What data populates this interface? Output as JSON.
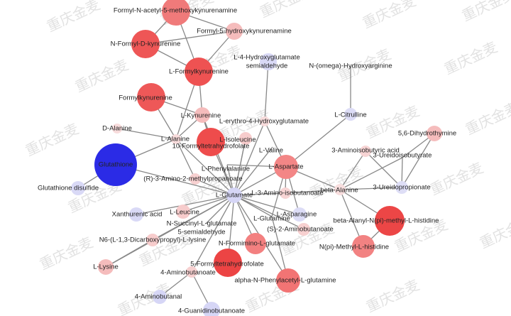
{
  "watermark": "重庆金麦",
  "colors": {
    "edge": "#888888"
  },
  "nodes": [
    {
      "id": "fnak",
      "label": "Formyl-N-acetyl-5-methoxykynurenamine",
      "color": "#f07a7a"
    },
    {
      "id": "f5h",
      "label": "Formyl-5-hydroxykynurenamine",
      "color": "#f5bcbc"
    },
    {
      "id": "nfdk",
      "label": "N-Formyl-D-kynurenine",
      "color": "#ee5656"
    },
    {
      "id": "lfk",
      "label": "L-Formylkynurenine",
      "color": "#ee5252"
    },
    {
      "id": "fk",
      "label": "Formylkynurenine",
      "color": "#ee5858"
    },
    {
      "id": "lkyn",
      "label": "L-Kynurenine",
      "color": "#f5bcbc"
    },
    {
      "id": "dala",
      "label": "D-Alanine",
      "color": "#f8dcdc"
    },
    {
      "id": "lala",
      "label": "L-Alanine",
      "color": "#f8dcdc"
    },
    {
      "id": "f10",
      "label": "10-Formyltetrahydrofolate",
      "color": "#ee4c4c"
    },
    {
      "id": "lile",
      "label": "L-Isoleucine",
      "color": "#f7cccc"
    },
    {
      "id": "lval",
      "label": "L-Valine",
      "color": "#f8dede"
    },
    {
      "id": "lery",
      "label": "L-erythro-4-Hydroxyglutamate",
      "color": "#f8dcdc"
    },
    {
      "id": "l4h",
      "label": "L-4-Hydroxyglutamate",
      "label2": "semialdehyde",
      "color": "#d9d9f6"
    },
    {
      "id": "nomega",
      "label": "N-(omega)-Hydroxyarginine",
      "color": "#ffffff"
    },
    {
      "id": "lcit",
      "label": "L-Citrulline",
      "color": "#dcdcf6"
    },
    {
      "id": "glu",
      "label": "Glutathione",
      "color": "#2b2be6"
    },
    {
      "id": "glud",
      "label": "Glutathione disulfide",
      "color": "#d9d9f6"
    },
    {
      "id": "lphe",
      "label": "L-Phenylalanine",
      "color": "#f8e4e4"
    },
    {
      "id": "r3a",
      "label": "(R)-3-Amino-2-methylpropanoate",
      "color": "#f7d0d0"
    },
    {
      "id": "lasp",
      "label": "L-Aspartate",
      "color": "#f38686"
    },
    {
      "id": "lglu",
      "label": "L-Glutamate",
      "color": "#d6d6f6"
    },
    {
      "id": "l3a",
      "label": "L-3-Amino-isobutanoate",
      "color": "#f7d4d4"
    },
    {
      "id": "bala",
      "label": "beta-Alanine",
      "color": "#f8dede"
    },
    {
      "id": "3aib",
      "label": "3-Aminoisobutyric acid",
      "color": "#f7d4d4"
    },
    {
      "id": "3uib",
      "label": "3-Ureidoisobutyrate",
      "color": "#ffffff"
    },
    {
      "id": "3uprop",
      "label": "3-Ureidopropionate",
      "color": "#dedef6"
    },
    {
      "id": "dht",
      "label": "5,6-Dihydrothymine",
      "color": "#f5bcbc"
    },
    {
      "id": "banh",
      "label": "beta-Alanyl-N(pi)-methyl-L-histidine",
      "color": "#ec4646"
    },
    {
      "id": "npmh",
      "label": "N(pi)-Methyl-L-histidine",
      "color": "#f28282"
    },
    {
      "id": "lasn",
      "label": "L-Asparagine",
      "color": "#dcdcf6"
    },
    {
      "id": "s2a",
      "label": "(S)-2-Aminobutanoate",
      "color": "#f7d0d0"
    },
    {
      "id": "lgln",
      "label": "L-Glutamine",
      "color": "#ffffff"
    },
    {
      "id": "xan",
      "label": "Xanthurenic acid",
      "color": "#d9d9f6"
    },
    {
      "id": "lleu",
      "label": "L-Leucine",
      "color": "#f7cccc"
    },
    {
      "id": "nsg",
      "label": "N-Succinyl-L-glutamate",
      "label2": "5-semialdehyde",
      "color": "#ffffff"
    },
    {
      "id": "n6",
      "label": "N6-(L-1,3-Dicarboxypropyl)-L-lysine",
      "color": "#f7cccc"
    },
    {
      "id": "nfg",
      "label": "N-Formimino-L-glutamate",
      "color": "#f38080"
    },
    {
      "id": "llys",
      "label": "L-Lysine",
      "color": "#f5bcbc"
    },
    {
      "id": "f5",
      "label": "5-Formyltetrahydrofolate",
      "color": "#ec4444"
    },
    {
      "id": "4ab",
      "label": "4-Aminobutanoate",
      "color": "#f7d0d0"
    },
    {
      "id": "anpg",
      "label": "alpha-N-Phenylacetyl-L-glutamine",
      "color": "#f27474"
    },
    {
      "id": "4abl",
      "label": "4-Aminobutanal",
      "color": "#d6d6f6"
    },
    {
      "id": "4gb",
      "label": "4-Guanidinobutanoate",
      "color": "#d6d6f6"
    }
  ],
  "edges": [
    [
      "fnak",
      "nfdk"
    ],
    [
      "fnak",
      "f5h"
    ],
    [
      "fnak",
      "lfk"
    ],
    [
      "nfdk",
      "f5h"
    ],
    [
      "nfdk",
      "lfk"
    ],
    [
      "f5h",
      "lfk"
    ],
    [
      "lfk",
      "lala"
    ],
    [
      "lfk",
      "lkyn"
    ],
    [
      "fk",
      "lkyn"
    ],
    [
      "fk",
      "lala"
    ],
    [
      "lkyn",
      "lala"
    ],
    [
      "lkyn",
      "f10"
    ],
    [
      "dala",
      "lala"
    ],
    [
      "lala",
      "lglu"
    ],
    [
      "lala",
      "r3a"
    ],
    [
      "glu",
      "lala"
    ],
    [
      "glu",
      "glud"
    ],
    [
      "glu",
      "lglu"
    ],
    [
      "l4h",
      "lery"
    ],
    [
      "lery",
      "lglu"
    ],
    [
      "lery",
      "lasp"
    ],
    [
      "nomega",
      "lcit"
    ],
    [
      "lcit",
      "lasp"
    ],
    [
      "lasp",
      "bala"
    ],
    [
      "lasp",
      "lglu"
    ],
    [
      "lasp",
      "lasn"
    ],
    [
      "lasp",
      "l3a"
    ],
    [
      "lasp",
      "lphe"
    ],
    [
      "lasp",
      "lgln"
    ],
    [
      "bala",
      "3aib"
    ],
    [
      "bala",
      "3uprop"
    ],
    [
      "bala",
      "banh"
    ],
    [
      "bala",
      "npmh"
    ],
    [
      "bala",
      "l3a"
    ],
    [
      "bala",
      "3uib"
    ],
    [
      "3aib",
      "3uprop"
    ],
    [
      "dht",
      "3uprop"
    ],
    [
      "dht",
      "3uib"
    ],
    [
      "3uib",
      "3uprop"
    ],
    [
      "banh",
      "npmh"
    ],
    [
      "lglu",
      "f10"
    ],
    [
      "lglu",
      "lile"
    ],
    [
      "lglu",
      "lval"
    ],
    [
      "lglu",
      "lphe"
    ],
    [
      "lglu",
      "lkyn"
    ],
    [
      "lglu",
      "xan"
    ],
    [
      "lglu",
      "lleu"
    ],
    [
      "lglu",
      "n6"
    ],
    [
      "lglu",
      "nsg"
    ],
    [
      "lglu",
      "4ab"
    ],
    [
      "lglu",
      "f5"
    ],
    [
      "lglu",
      "nfg"
    ],
    [
      "lglu",
      "lgln"
    ],
    [
      "lglu",
      "lasn"
    ],
    [
      "lglu",
      "s2a"
    ],
    [
      "lglu",
      "anpg"
    ],
    [
      "lglu",
      "l3a"
    ],
    [
      "lglu",
      "r3a"
    ],
    [
      "lglu",
      "llys"
    ],
    [
      "n6",
      "llys"
    ],
    [
      "4ab",
      "4abl"
    ],
    [
      "4ab",
      "4gb"
    ],
    [
      "lgln",
      "anpg"
    ],
    [
      "lile",
      "lglu"
    ]
  ]
}
